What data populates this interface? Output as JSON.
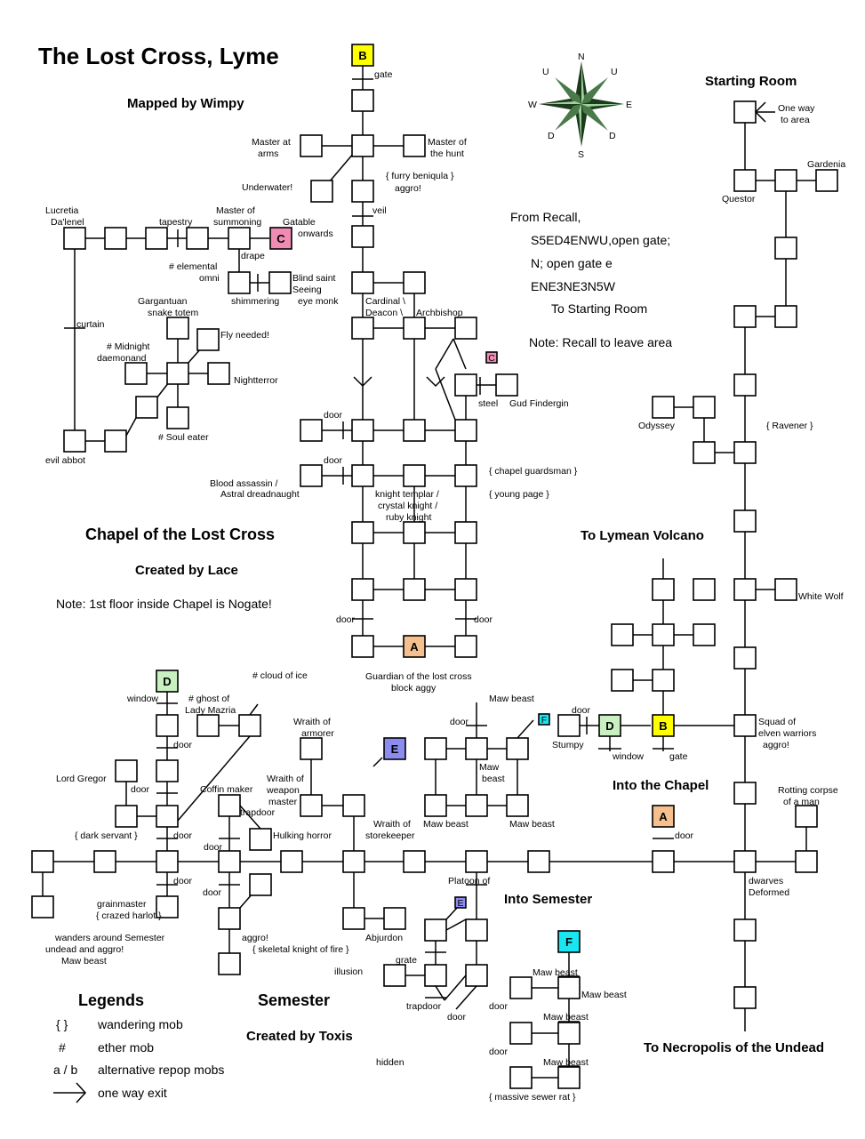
{
  "title": "The Lost Cross,  Lyme",
  "mapped_by": "Mapped by Wimpy",
  "chapel": {
    "title": "Chapel of the Lost Cross",
    "credit": "Created by Lace",
    "note": "Note: 1st floor inside Chapel is Nogate!"
  },
  "semester": {
    "title": "Semester",
    "credit": "Created by Toxis"
  },
  "directions": {
    "lines": [
      "From Recall,",
      "S5ED4ENWU,open gate;",
      "N; open gate e",
      "ENE3NE3N5W",
      "To Starting Room"
    ],
    "note": "Note: Recall to leave area"
  },
  "compass": {
    "n": "N",
    "s": "S",
    "e": "E",
    "w": "W",
    "u1": "U",
    "u2": "U",
    "d1": "D",
    "d2": "D"
  },
  "headings": {
    "starting_room": "Starting Room",
    "to_volcano": "To Lymean Volcano",
    "into_chapel": "Into the Chapel",
    "into_semester": "Into Semester",
    "to_necropolis": "To Necropolis of the Undead"
  },
  "legend": {
    "title": "Legends",
    "items": [
      {
        "symbol": "{  }",
        "text": "wandering mob"
      },
      {
        "symbol": "#",
        "text": "ether mob"
      },
      {
        "symbol": "a / b",
        "text": "alternative repop mobs"
      },
      {
        "symbol": "",
        "text": "one way exit"
      }
    ]
  },
  "markers": {
    "A": {
      "letter": "A",
      "color": "#f5c08e"
    },
    "B": {
      "letter": "B",
      "color": "#ffff00"
    },
    "C": {
      "letter": "C",
      "color": "#f08cb4"
    },
    "D": {
      "letter": "D",
      "color": "#c8f0c0"
    },
    "E": {
      "letter": "E",
      "color": "#8c8cf0"
    },
    "F": {
      "letter": "F",
      "color": "#19e6f0"
    }
  },
  "labels": [
    "gate",
    "Master at",
    "arms",
    "Master of",
    "the hunt",
    "Underwater!",
    "{ furry beniqula }",
    "aggro!",
    "veil",
    "Lucretia",
    "Da'lenel",
    "tapestry",
    "Master of",
    "summoning",
    "Gatable",
    "onwards",
    "drape",
    "# elemental",
    "omni",
    "Blind saint",
    "Seeing",
    "shimmering",
    "eye monk",
    "Cardinal \\",
    "Deacon \\",
    "Archbishop",
    "curtain",
    "Gargantuan",
    "snake totem",
    "# Midnight",
    "daemonand",
    "Fly needed!",
    "Nightterror",
    "# Soul eater",
    "evil abbot",
    "steel",
    "Gud Findergin",
    "door",
    "door",
    "Blood assassin /",
    "Astral dreadnaught",
    "{ chapel guardsman }",
    "{ young page }",
    "knight templar /",
    "crystal knight /",
    "ruby knight",
    "door",
    "door",
    "Guardian of the lost cross",
    "block aggy",
    "One way",
    "to area",
    "Gardenia",
    "Questor",
    "Odyssey",
    "{ Ravener }",
    "White Wolf",
    "window",
    "# cloud of ice",
    "# ghost of",
    "Lady Mazria",
    "door",
    "Wraith of",
    "armorer",
    "Maw beast",
    "door",
    "Maw",
    "beast",
    "Lord Gregor",
    "door",
    "Coffin maker",
    "Wraith of",
    "weapon",
    "master",
    "trapdoor",
    "Hulking horror",
    "{ dark servant }",
    "door",
    "Wraith of",
    "storekeeper",
    "Maw beast",
    "Maw beast",
    "door",
    "Stumpy",
    "window",
    "gate",
    "Squad of",
    "elven warriors",
    "aggro!",
    "Rotting corpse",
    "of a man",
    "door",
    "door",
    "door",
    "door",
    "Platoon of",
    "dwarves",
    "Deformed",
    "grainmaster",
    "{ crazed harlot }",
    "aggro!",
    "{ skeletal knight of fire }",
    "wanders around Semester",
    "undead and aggro!",
    "Maw beast",
    "Abjurdon",
    "illusion",
    "grate",
    "trapdoor",
    "door",
    "Maw beast",
    "Maw beast",
    "door",
    "Maw beast",
    "door",
    "Maw beast",
    "{ massive sewer rat }",
    "hidden"
  ]
}
